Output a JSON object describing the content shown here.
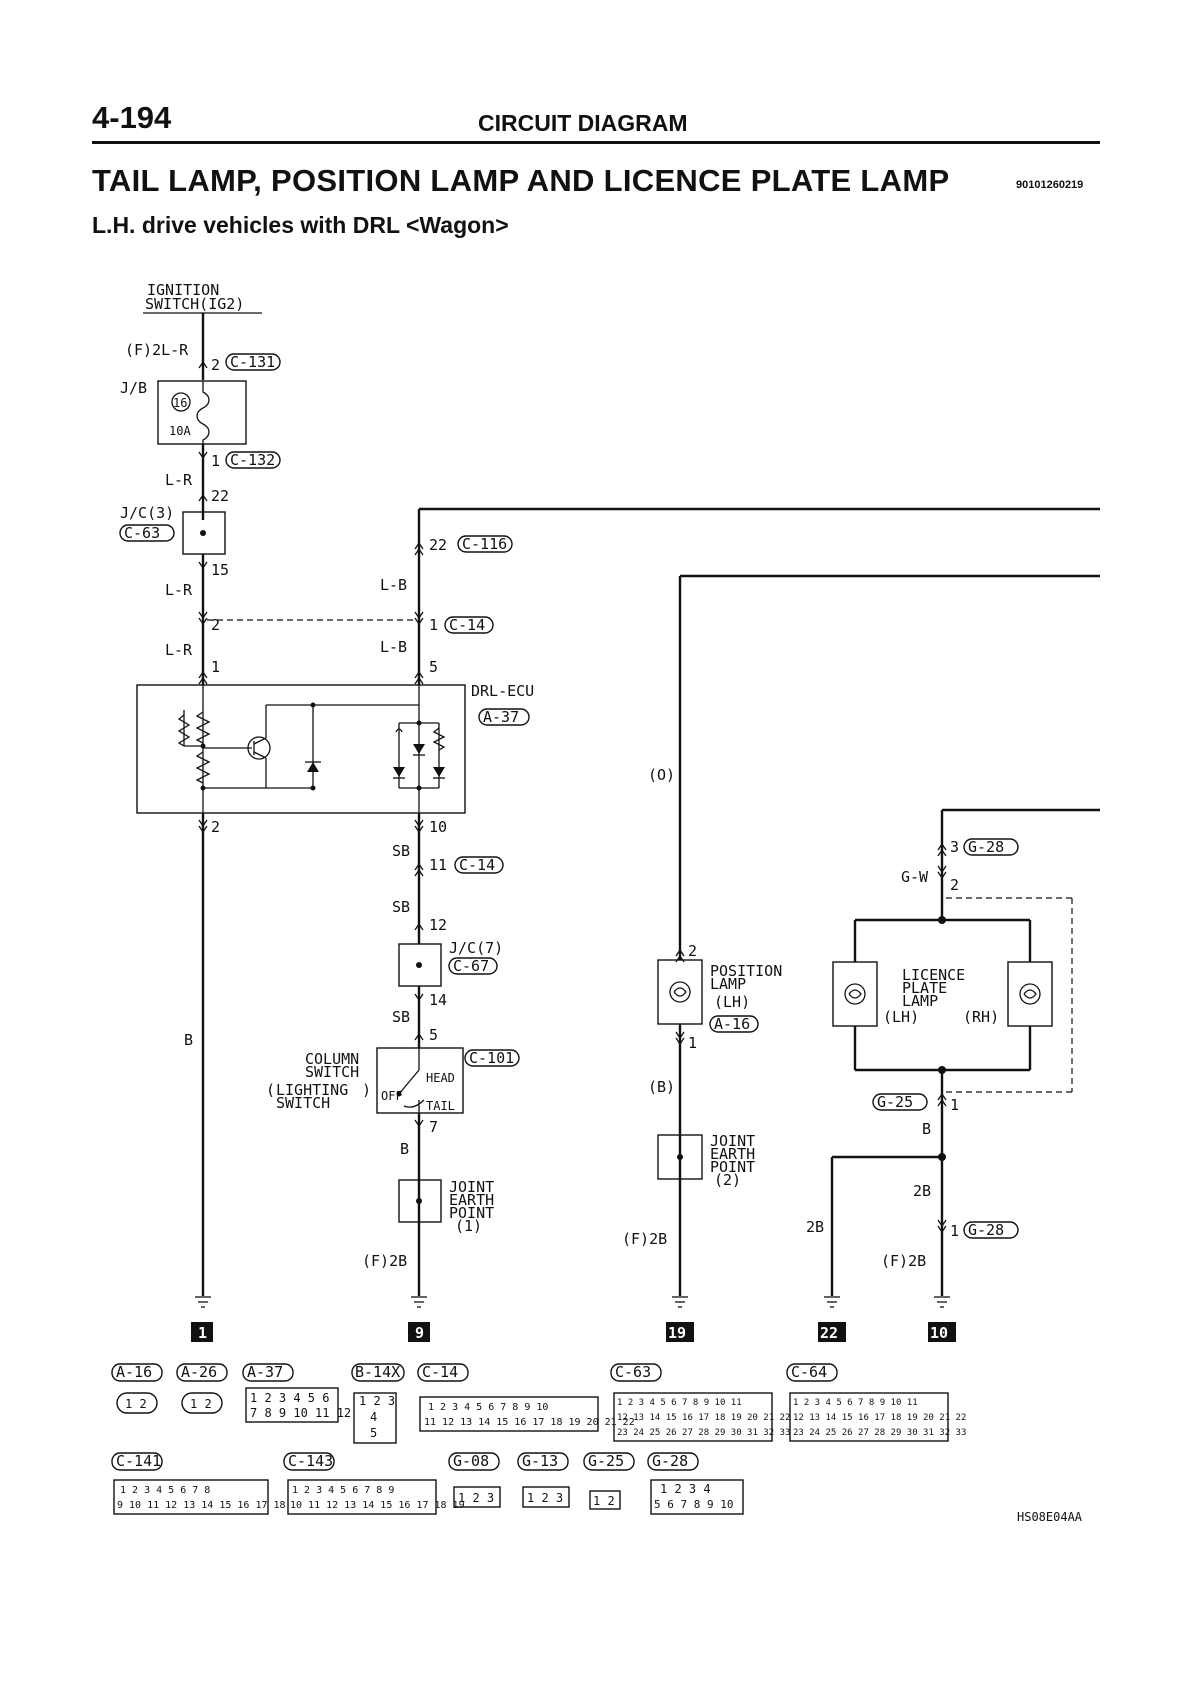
{
  "header": {
    "page_number": "4-194",
    "section": "CIRCUIT DIAGRAM",
    "title": "TAIL LAMP, POSITION LAMP AND LICENCE PLATE LAMP",
    "doc_code": "90101260219",
    "subtitle": "L.H. drive vehicles with DRL <Wagon>"
  },
  "components": {
    "ignition_switch": [
      "IGNITION",
      "SWITCH(IG2)"
    ],
    "jb": "J/B",
    "fuse_no": "16",
    "fuse_rating": "10A",
    "jc3": "J/C(3)",
    "drl_ecu": "DRL-ECU",
    "jc7": "J/C(7)",
    "column_switch": [
      "COLUMN",
      "SWITCH"
    ],
    "lighting_switch": [
      "LIGHTING",
      "SWITCH"
    ],
    "switch_positions": {
      "off": "OFF",
      "head": "HEAD",
      "tail": "TAIL"
    },
    "joint_earth_1": [
      "JOINT",
      "EARTH",
      "POINT",
      "(1)"
    ],
    "position_lamp": [
      "POSITION",
      "LAMP",
      "(LH)"
    ],
    "joint_earth_2": [
      "JOINT",
      "EARTH",
      "POINT",
      "(2)"
    ],
    "licence_plate_lamp": [
      "LICENCE",
      "PLATE",
      "LAMP"
    ],
    "lh": "(LH)",
    "rh": "(RH)"
  },
  "connectors": {
    "c131": "C-131",
    "c132": "C-132",
    "c63": "C-63",
    "c116": "C-116",
    "c14": "C-14",
    "a37": "A-37",
    "c67": "C-67",
    "c101": "C-101",
    "a16": "A-16",
    "g28": "G-28",
    "g25": "G-25"
  },
  "wires": {
    "f_2lr": "(F)2L-R",
    "lr": "L-R",
    "lb": "L-B",
    "sb": "SB",
    "b": "B",
    "f_2b": "(F)2B",
    "o": "(O)",
    "b_paren": "(B)",
    "gw": "G-W",
    "twob": "2B"
  },
  "pins": {
    "p1": "1",
    "p2": "2",
    "p3": "3",
    "p5": "5",
    "p7": "7",
    "p10": "10",
    "p11": "11",
    "p12": "12",
    "p14": "14",
    "p15": "15",
    "p22": "22"
  },
  "earth_refs": [
    "1",
    "9",
    "19",
    "22",
    "10"
  ],
  "connector_legend": {
    "row1": [
      "A-16",
      "A-26",
      "A-37",
      "B-14X",
      "C-14",
      "C-63",
      "C-64"
    ],
    "row2": [
      "C-141",
      "C-143",
      "G-08",
      "G-13",
      "G-25",
      "G-28"
    ],
    "pins": {
      "a16": "1 2",
      "a37_top": "1 2 3 4 5 6",
      "a37_bot": "7 8 9 10 11 12",
      "b14x": [
        "1 2 3",
        "4",
        "5"
      ],
      "c14_top": "1 2 3 4 5 6 7 8 9 10",
      "c14_bot": "11 12 13 14 15 16 17 18 19 20 21 22",
      "c63_r1": "1 2 3 4 5 6 7 8 9 10 11",
      "c63_r2": "12 13 14 15 16 17 18 19 20 21 22",
      "c63_r3": "23 24 25 26 27 28 29 30 31 32 33",
      "c141_top": "1 2 3 4 5 6 7 8",
      "c141_bot": "9 10 11 12 13 14 15 16 17 18",
      "c143_top": "1 2 3 4 5 6 7 8 9",
      "c143_bot": "10 11 12 13 14 15 16 17 18 19",
      "three": "1 2 3",
      "two": "1 2",
      "g28_top": "1 2 3 4",
      "g28_bot": "5 6 7 8 9 10"
    }
  },
  "figure_code": "HS08E04AA"
}
